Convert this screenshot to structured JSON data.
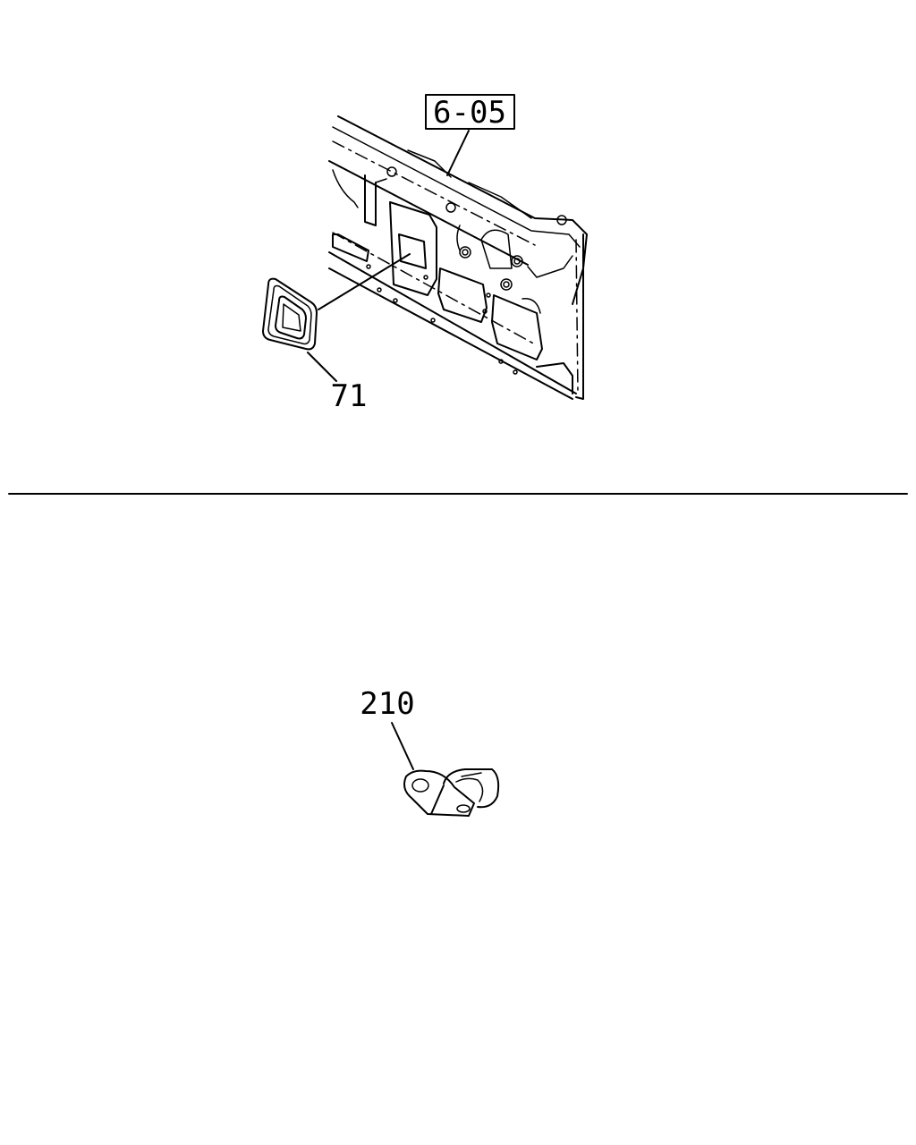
{
  "labels": {
    "ref_box": "6-05",
    "part_71": "71",
    "part_210": "210"
  },
  "colors": {
    "line": "#000000",
    "background": "#ffffff"
  }
}
